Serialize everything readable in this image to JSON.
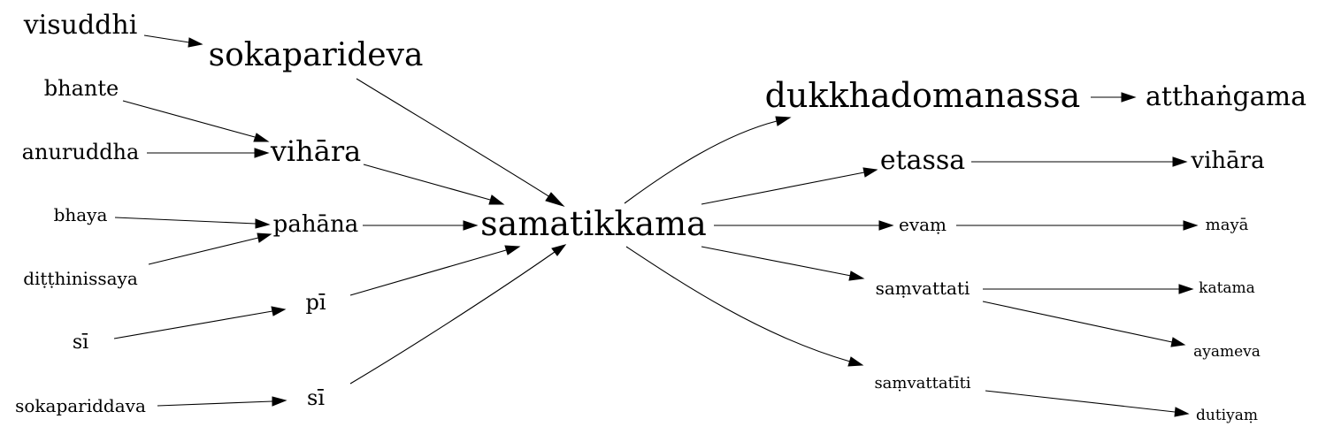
{
  "nodes": {
    "visuddhi": "visuddhi",
    "sokaparideva": "sokaparideva",
    "bhante": "bhante",
    "anuruddha": "anuruddha",
    "vihara_left": "vihāra",
    "bhaya": "bhaya",
    "pahana": "pahāna",
    "ditthinissaya": "diṭṭhinissaya",
    "si_a": "sī",
    "pi": "pī",
    "sokapariddava": "sokapariddava",
    "si_b": "sī",
    "samatikkama": "samatikkama",
    "dukkhadomanassa": "dukkhadomanassa",
    "atthangama": "atthaṅgama",
    "etassa": "etassa",
    "vihara_right": "vihāra",
    "evam": "evaṃ",
    "maya": "mayā",
    "samvattati": "saṃvattati",
    "katama": "katama",
    "ayameva": "ayameva",
    "samvattatiti": "saṃvattatīti",
    "dutiyam": "dutiyaṃ"
  }
}
